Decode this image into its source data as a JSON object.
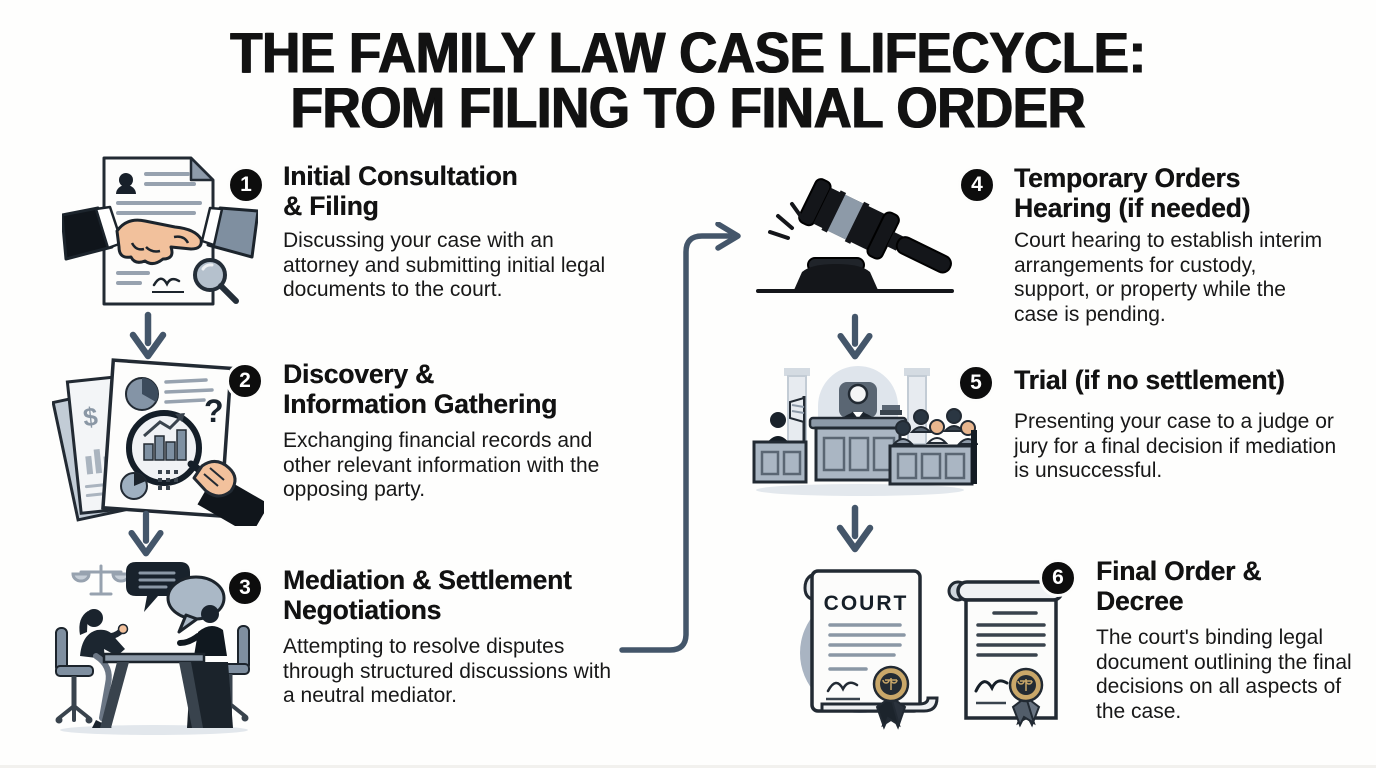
{
  "title": {
    "line1": "THE FAMILY LAW CASE LIFECYCLE:",
    "line2": "FROM FILING TO FINAL ORDER"
  },
  "steps": [
    {
      "number": "1",
      "title1": "Initial Consultation",
      "title2": "& Filing",
      "description": "Discussing your case with an attorney and submitting initial legal documents to the court.",
      "icon": "handshake-document-icon"
    },
    {
      "number": "2",
      "title1": "Discovery &",
      "title2": "Information Gathering",
      "description": "Exchanging financial records and other relevant information with the opposing party.",
      "icon": "magnifier-financial-documents-icon"
    },
    {
      "number": "3",
      "title1": "Mediation & Settlement",
      "title2": "Negotiations",
      "description": "Attempting to resolve disputes through structured discussions with a neutral mediator.",
      "icon": "mediation-table-icon"
    },
    {
      "number": "4",
      "title1": "Temporary Orders",
      "title2": "Hearing (if needed)",
      "description": "Court hearing to establish interim arrangements for custody, support, or property while the case is pending.",
      "icon": "gavel-icon"
    },
    {
      "number": "5",
      "title1": "Trial (if no settlement)",
      "title2": "",
      "description": "Presenting your case to a judge or jury for a final decision if mediation is unsuccessful.",
      "icon": "courtroom-icon"
    },
    {
      "number": "6",
      "title1": "Final Order &",
      "title2": "Decree",
      "description": "The court's binding legal document outlining the final decisions on all aspects of the case.",
      "icon": "court-decree-documents-icon"
    }
  ],
  "icons": {
    "final_order_court_label": "COURT",
    "discovery_dollar": "$",
    "discovery_question": "?"
  },
  "colors": {
    "background": "#fefefd",
    "text": "#141414",
    "badge": "#0d0d0d",
    "badge_number": "#ffffff",
    "arrow": "#44566a",
    "doc_gray": "#97a2af",
    "suit_gray": "#7f8fa0",
    "skin": "#f2c19c",
    "gold_seal": "#c9a769"
  }
}
